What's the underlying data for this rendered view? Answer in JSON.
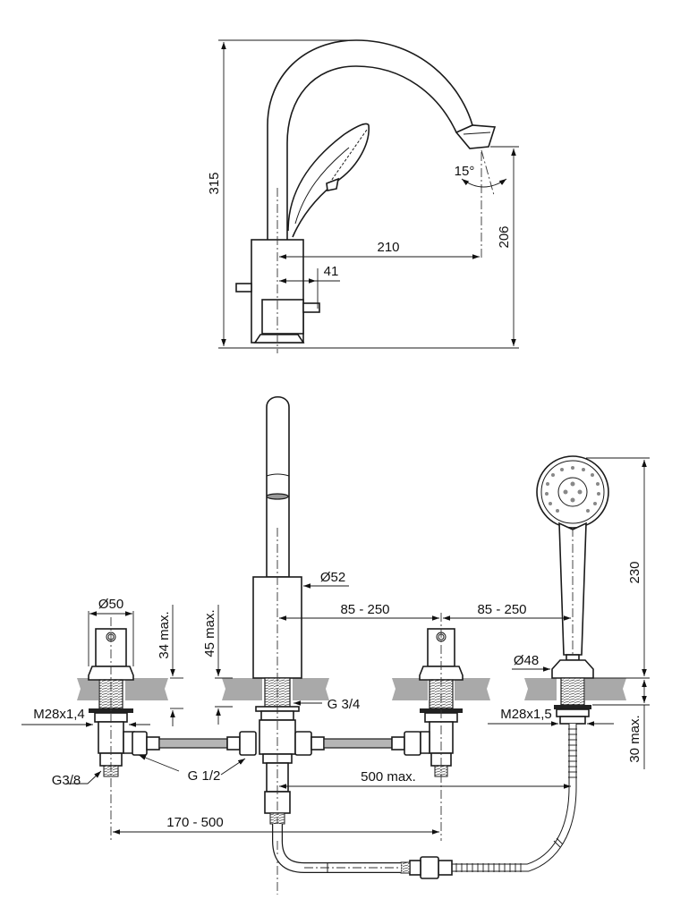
{
  "side_view": {
    "dims": {
      "total_height": "315",
      "spout_height": "206",
      "spout_reach": "210",
      "handle_offset": "41",
      "swivel_angle": "15°"
    }
  },
  "front_view": {
    "dims": {
      "valve_diameter": "Ø50",
      "spout_diameter": "Ø52",
      "shower_diameter": "Ø48",
      "valve_deck_max": "34 max.",
      "spout_deck_max": "45 max.",
      "shower_deck_max": "30 max.",
      "spacing_left": "85 - 250",
      "spacing_right": "85 - 250",
      "shower_height": "230",
      "valve_thread": "M28x1,4",
      "shower_thread": "M28x1,5",
      "spout_thread": "G 3/4",
      "inlet_thread": "G3/8",
      "hose_thread": "G 1/2",
      "hose_length": "500 max.",
      "valve_span": "170 - 500"
    }
  }
}
